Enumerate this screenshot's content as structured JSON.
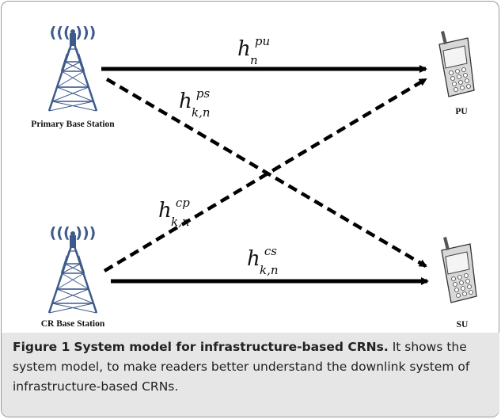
{
  "stations": {
    "primary_base": "Primary Base Station",
    "cr_base": "CR Base Station",
    "pu": "PU",
    "su": "SU"
  },
  "channels": {
    "pu": {
      "base": "h",
      "sup": "pu",
      "sub": "n"
    },
    "ps": {
      "base": "h",
      "sup": "ps",
      "sub": "k,n"
    },
    "cp": {
      "base": "h",
      "sup": "cp",
      "sub": "k,n"
    },
    "cs": {
      "base": "h",
      "sup": "cs",
      "sub": "k,n"
    }
  },
  "caption": {
    "label": "Figure 1",
    "title": "System model for infrastructure-based CRNs.",
    "body": "It shows the system model, to make readers better understand the downlink system of infrastructure-based CRNs."
  },
  "signal_glyph": "((( )))",
  "colors": {
    "tower": "#3d5a8c",
    "arrow": "#000000",
    "caption_bg": "#e6e6e6"
  }
}
